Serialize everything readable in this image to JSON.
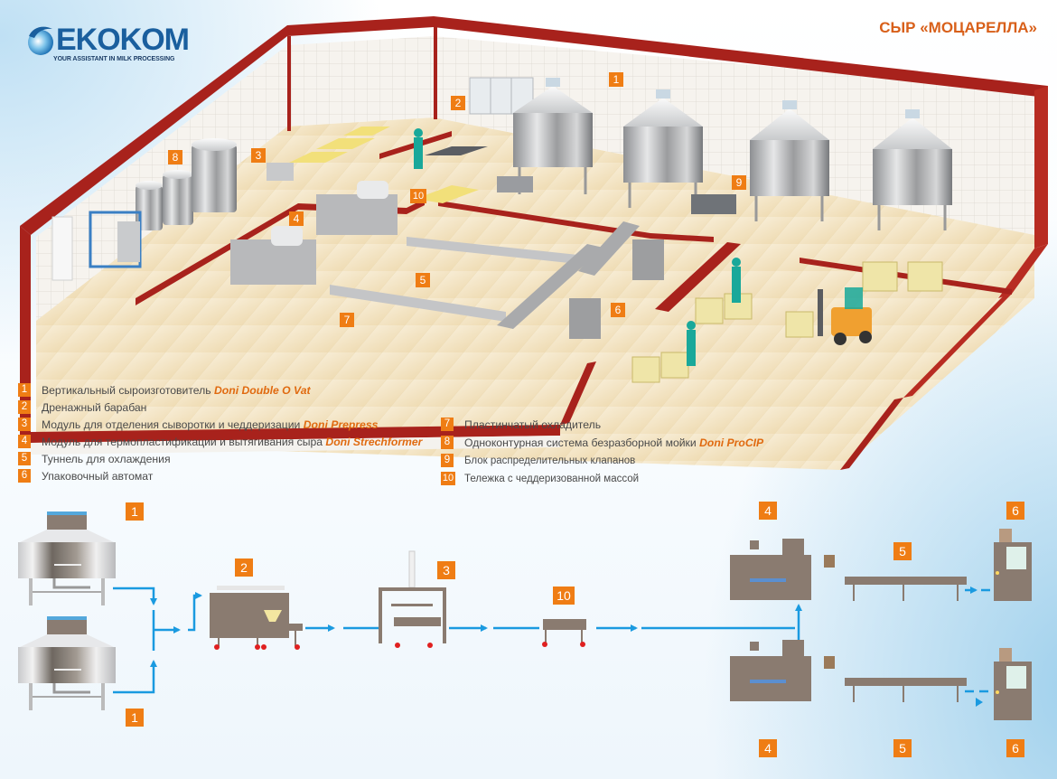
{
  "header": {
    "logo_text": "EKOKOM",
    "logo_tagline": "YOUR ASSISTANT IN MILK PROCESSING",
    "title": "СЫР «МОЦАРЕЛЛА»"
  },
  "colors": {
    "accent_orange": "#ef7d14",
    "title_orange": "#d8601a",
    "flow_blue": "#1a9ae0",
    "wall_red": "#a8221c",
    "floor": "#f4e6c8",
    "equipment_gray": "#8a7b70"
  },
  "plan_labels": [
    {
      "number": "1"
    },
    {
      "number": "2"
    },
    {
      "number": "3"
    },
    {
      "number": "4"
    },
    {
      "number": "5"
    },
    {
      "number": "6"
    },
    {
      "number": "7"
    },
    {
      "number": "8"
    },
    {
      "number": "9"
    },
    {
      "number": "10"
    }
  ],
  "legend": {
    "items": [
      {
        "number": "1",
        "text": "Вертикальный сыроизготовитель",
        "brand": "Doni Double O Vat"
      },
      {
        "number": "2",
        "text": "Дренажный барабан",
        "brand": ""
      },
      {
        "number": "3",
        "text": "Модуль для отделения сыворотки и чеддеризации",
        "brand": "Doni Prepress"
      },
      {
        "number": "4",
        "text": "Модуль для термопластификации и вытягивания сыра",
        "brand": "Doni Strechformer"
      },
      {
        "number": "5",
        "text": "Туннель для охлаждения",
        "brand": ""
      },
      {
        "number": "6",
        "text": "Упаковочный автомат",
        "brand": ""
      },
      {
        "number": "7",
        "text": "Пластинчатый охладитель",
        "brand": ""
      },
      {
        "number": "8",
        "text": "Одноконтурная система безразборной мойки",
        "brand": "Doni ProCIP"
      },
      {
        "number": "9",
        "text": "Блок распределительных клапанов",
        "brand": ""
      },
      {
        "number": "10",
        "text": "Тележка с чеддеризованной массой",
        "brand": ""
      }
    ]
  },
  "flow": {
    "labels": {
      "vat_top": "1",
      "vat_bottom": "1",
      "drum": "2",
      "prepress": "3",
      "trolley": "10",
      "stretch_top": "4",
      "stretch_bottom": "4",
      "tunnel_top": "5",
      "tunnel_bottom": "5",
      "pack_top": "6",
      "pack_bottom": "6"
    }
  }
}
